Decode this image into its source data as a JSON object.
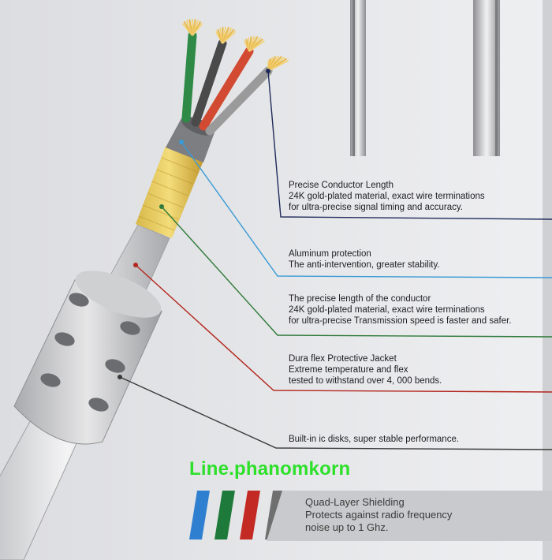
{
  "callouts": [
    {
      "lines": [
        "Precise Conductor Length",
        "24K gold-plated material, exact wire terminations",
        "for ultra-precise signal timing and accuracy."
      ],
      "color": "#1f2a5a"
    },
    {
      "lines": [
        "Aluminum protection",
        "The anti-intervention,  greater stability."
      ],
      "color": "#3a9ad6"
    },
    {
      "lines": [
        "The precise length of the conductor",
        "24K gold-plated material, exact wire terminations",
        "for ultra-precise Transmission speed is faster and safer."
      ],
      "color": "#2f7a3a"
    },
    {
      "lines": [
        "Dura flex Protective Jacket",
        "Extreme temperature and flex",
        "tested to withstand over 4, 000 bends."
      ],
      "color": "#b3261e"
    },
    {
      "lines": [
        "Built-in ic disks, super stable performance."
      ],
      "color": "#3a3a3a"
    }
  ],
  "watermark": "Line.phanomkorn",
  "legend": {
    "lines": [
      "Quad-Layer Shielding",
      "Protects against radio frequency",
      "noise up to 1 Ghz."
    ],
    "stripe_colors": [
      "#2f7fd0",
      "#1e7a3a",
      "#c42a24",
      "#6f6f6f"
    ]
  },
  "wire_colors": [
    "#2e8a46",
    "#4a4a4a",
    "#d24a32",
    "#9a9a9a"
  ]
}
